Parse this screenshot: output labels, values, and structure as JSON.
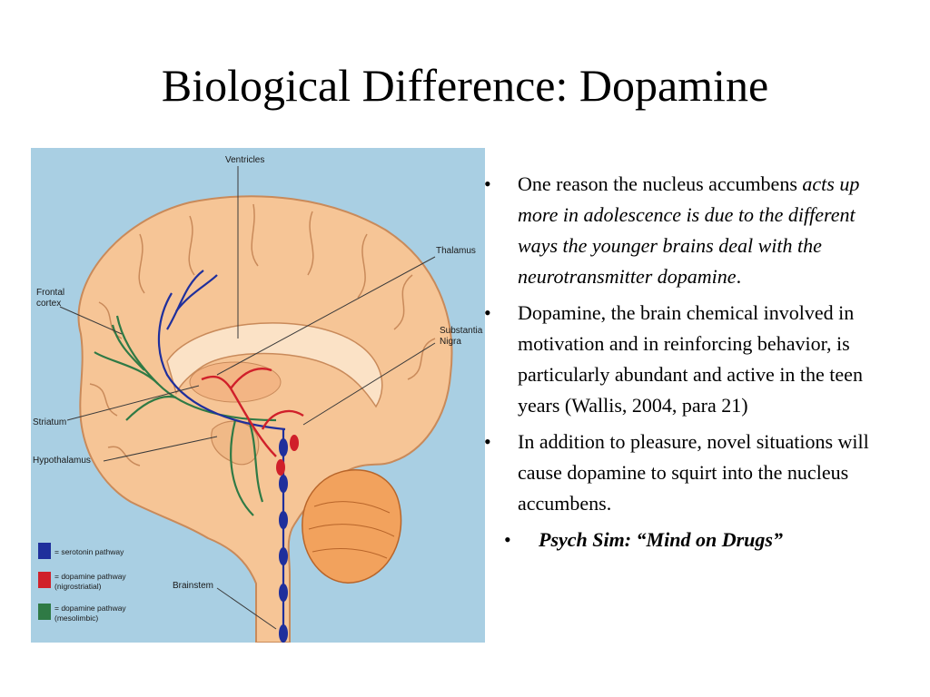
{
  "slide": {
    "title": "Biological Difference:  Dopamine"
  },
  "figure": {
    "labels": {
      "ventricles": "Ventricles",
      "thalamus": "Thalamus",
      "frontal": "Frontal",
      "cortex": "cortex",
      "substantia": "Substantia",
      "nigra": "Nigra",
      "striatum": "Striatum",
      "hypothalamus": "Hypothalamus",
      "brainstem": "Brainstem"
    },
    "legend": {
      "serotonin": "= serotonin pathway",
      "dopamine_nigro_1": "= dopamine pathway",
      "dopamine_nigro_2": "(nigrostriatial)",
      "dopamine_meso_1": "= dopamine pathway",
      "dopamine_meso_2": "(mesolimbic)"
    },
    "colors": {
      "background": "#a9cfe3",
      "brain": "#f6c596",
      "brain_outline": "#c98a5a",
      "cerebellum": "#f2a25d",
      "serotonin": "#1f2f9c",
      "dopamine_nigrostriatal": "#d0202a",
      "dopamine_mesolimbic": "#2f7a45"
    }
  },
  "bullets": {
    "symbol": "•",
    "b1_start": "One reason the nucleus accumbens ",
    "b1_italic": "acts up more in adolescence is due to the different ways the younger brains deal with the neurotransmitter dopamine",
    "b1_end": ".",
    "b2": "Dopamine, the brain chemical involved in motivation and in reinforcing behavior, is particularly abundant and active in the teen years (Wallis, 2004, para 21)",
    "b3": "In addition to pleasure, novel situations will cause dopamine to squirt into the nucleus accumbens.",
    "b4": "Psych Sim: “Mind on Drugs”"
  }
}
